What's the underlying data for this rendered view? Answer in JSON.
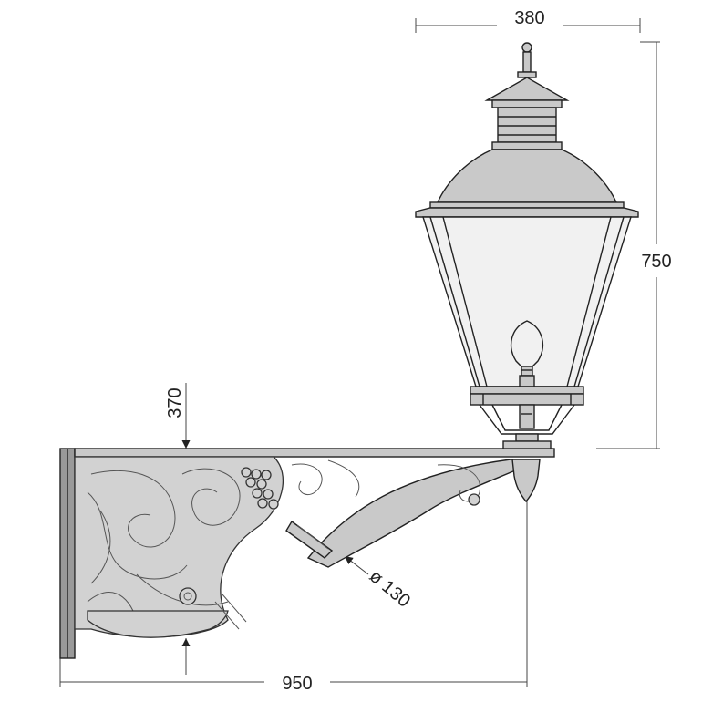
{
  "dimensions": {
    "lantern_width": "380",
    "total_height": "750",
    "bracket_height": "370",
    "pipe_diameter": "ø 130",
    "arm_length": "950"
  },
  "colors": {
    "line": "#222222",
    "metal": "#c9c9c9",
    "glass": "#f1f1f1"
  }
}
